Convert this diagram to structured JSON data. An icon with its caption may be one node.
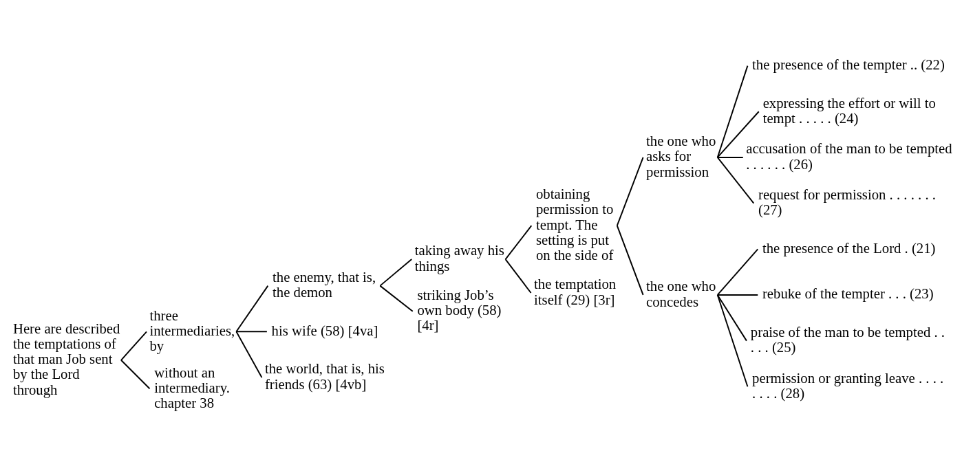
{
  "diagram": {
    "nodes": [
      {
        "text": [
          "Here are described the temptations of that man Job sent by the Lord through"
        ]
      },
      {
        "text": [
          "three intermediaries, by"
        ]
      },
      {
        "text": [
          "without an intermediary. chapter 38"
        ]
      },
      {
        "text": [
          "the enemy, that is, the demon"
        ]
      },
      {
        "text": [
          "his wife (58) [4va]"
        ]
      },
      {
        "text": [
          "the world, that is, his friends (63) [4vb]"
        ]
      },
      {
        "text": [
          "taking away his things"
        ]
      },
      {
        "text": [
          "striking Job’s own body (58) [4r]"
        ]
      },
      {
        "text": [
          "obtaining permission to tempt. The setting is put on the side of"
        ]
      },
      {
        "text": [
          "the temptation itself (29) [3r]"
        ]
      },
      {
        "text": [
          "the one who asks for permission"
        ]
      },
      {
        "text": [
          "the one who concedes"
        ]
      },
      {
        "text": [
          "the presence of the tempter .. (22)"
        ]
      },
      {
        "text": [
          "expressing the effort or will to tempt . . . . . (24)"
        ]
      },
      {
        "text": [
          "accusation of the man to be tempted . . . . . . (26)"
        ]
      },
      {
        "text": [
          "request for permission . . . . . . . (27)"
        ]
      },
      {
        "text": [
          "the presence of the Lord . (21)"
        ]
      },
      {
        "text": [
          "rebuke of the tempter . . . (23)"
        ]
      },
      {
        "text": [
          "praise of the man to be tempted . . . . . (25)"
        ]
      },
      {
        "text": [
          "permission or granting leave . . . . . . . . (28)"
        ]
      }
    ],
    "edges": [
      {
        "from": 0,
        "to": 1,
        "arrow": "none"
      },
      {
        "from": 0,
        "to": 2,
        "arrow": "none"
      },
      {
        "from": 1,
        "to": 3,
        "arrow": "none"
      },
      {
        "from": 1,
        "to": 4,
        "arrow": "none"
      },
      {
        "from": 1,
        "to": 5,
        "arrow": "none"
      },
      {
        "from": 3,
        "to": 6,
        "arrow": "none"
      },
      {
        "from": 3,
        "to": 7,
        "arrow": "none"
      },
      {
        "from": 6,
        "to": 8,
        "arrow": "none"
      },
      {
        "from": 6,
        "to": 9,
        "arrow": "none"
      },
      {
        "from": 8,
        "to": 10,
        "arrow": "none"
      },
      {
        "from": 8,
        "to": 11,
        "arrow": "none"
      },
      {
        "from": 10,
        "to": 12,
        "arrow": "none"
      },
      {
        "from": 10,
        "to": 13,
        "arrow": "none"
      },
      {
        "from": 10,
        "to": 14,
        "arrow": "none"
      },
      {
        "from": 10,
        "to": 15,
        "arrow": "none"
      },
      {
        "from": 11,
        "to": 16,
        "arrow": "none"
      },
      {
        "from": 11,
        "to": 17,
        "arrow": "none"
      },
      {
        "from": 11,
        "to": 18,
        "arrow": "none"
      },
      {
        "from": 11,
        "to": 19,
        "arrow": "none"
      }
    ]
  }
}
